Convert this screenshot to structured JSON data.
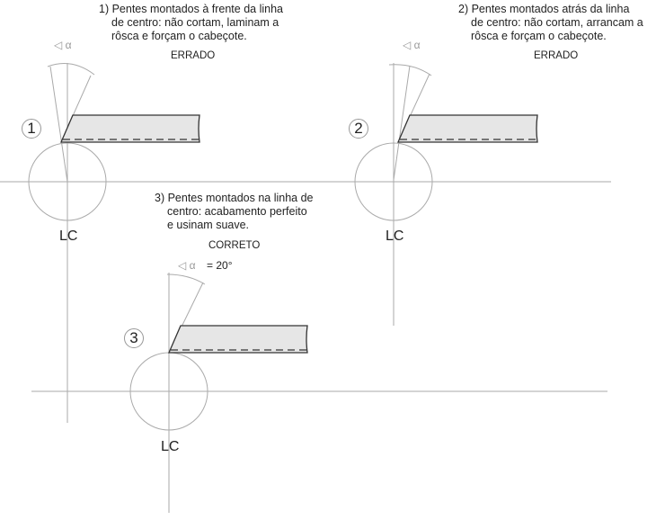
{
  "diagram1": {
    "number": "1",
    "description": [
      "1) Pentes montados à frente da linha",
      "de centro: não cortam, laminam a",
      "rôsca e forçam o cabeçote."
    ],
    "verdict": "ERRADO",
    "centerline": "LC",
    "angle_symbol": "◁ α"
  },
  "diagram2": {
    "number": "2",
    "description": [
      "2) Pentes montados atrás da linha",
      "de centro: não cortam, arrancam a",
      "rôsca e forçam o cabeçote."
    ],
    "verdict": "ERRADO",
    "centerline": "LC",
    "angle_symbol": "◁ α"
  },
  "diagram3": {
    "number": "3",
    "description": [
      "3) Pentes montados na linha de",
      "centro: acabamento perfeito",
      "e usinam suave."
    ],
    "verdict": "CORRETO",
    "centerline": "LC",
    "angle_symbol": "◁ α",
    "angle_value": "= 20°"
  },
  "colors": {
    "line": "#999999",
    "tool_fill": "#e6e6e6",
    "tool_stroke": "#333333"
  }
}
